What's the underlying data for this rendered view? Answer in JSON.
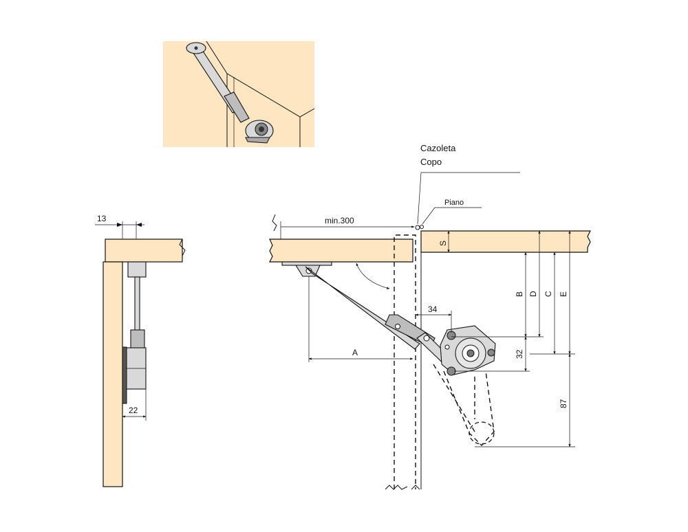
{
  "labels": {
    "cazoleta": "Cazoleta",
    "copo": "Copo",
    "piano": "Piano"
  },
  "dimensions": {
    "side_offset": "13",
    "side_width": "22",
    "min_width": "min.300",
    "s": "S",
    "a": "A",
    "b": "B",
    "c": "C",
    "d": "D",
    "e": "E",
    "offset_34": "34",
    "offset_32": "32",
    "offset_87": "87"
  },
  "colors": {
    "wood": "#fde6c1",
    "metal": "#d9d9d9",
    "line": "#111111"
  }
}
